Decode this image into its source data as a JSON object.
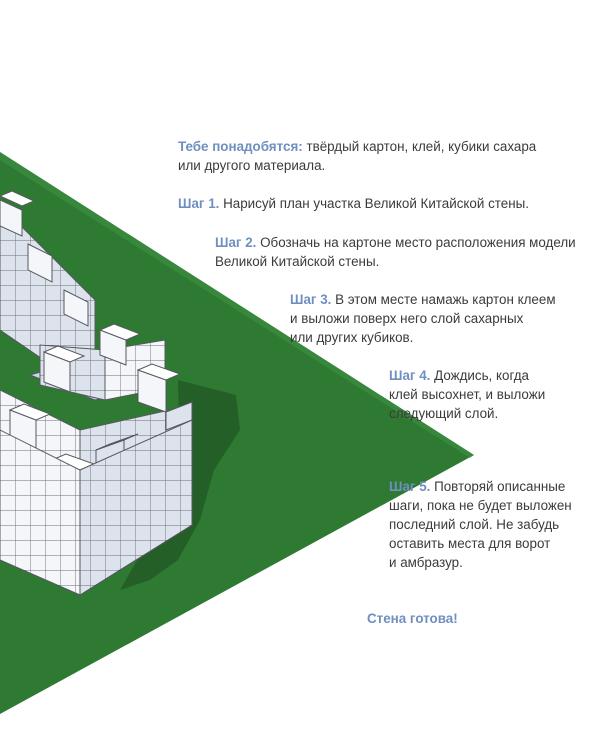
{
  "illustration": {
    "colors": {
      "board": "#2f7a33",
      "board_edge": "#1f5a24",
      "shadow": "#245f28",
      "cube": "#f4f6f9",
      "cube_edge": "#5a5a60",
      "cube_shade": "#d7dde6"
    }
  },
  "intro": {
    "label": "Тебе понадобятся:",
    "text": "твёрдый картон, клей, кубики сахара\nили другого материала."
  },
  "steps": [
    {
      "label": "Шаг 1.",
      "text": "Нарисуй план участка Великой Китайской стены."
    },
    {
      "label": "Шаг 2.",
      "text": "Обозначь на картоне место расположения модели\nВеликой Китайской стены."
    },
    {
      "label": "Шаг 3.",
      "text": "В этом месте намажь картон клеем\nи выложи поверх него слой сахарных\nили других кубиков."
    },
    {
      "label": "Шаг 4.",
      "text": "Дождись, когда\nклей высохнет, и выложи\nследующий слой."
    },
    {
      "label": "Шаг 5.",
      "text": "Повторяй описанные\nшаги, пока не будет выложен\nпоследний слой. Не забудь\nоставить места для ворот\nи амбразур."
    }
  ],
  "final_text": "Стена готова!",
  "colors": {
    "label": "#6f8fc0",
    "text": "#3b3b3b"
  }
}
